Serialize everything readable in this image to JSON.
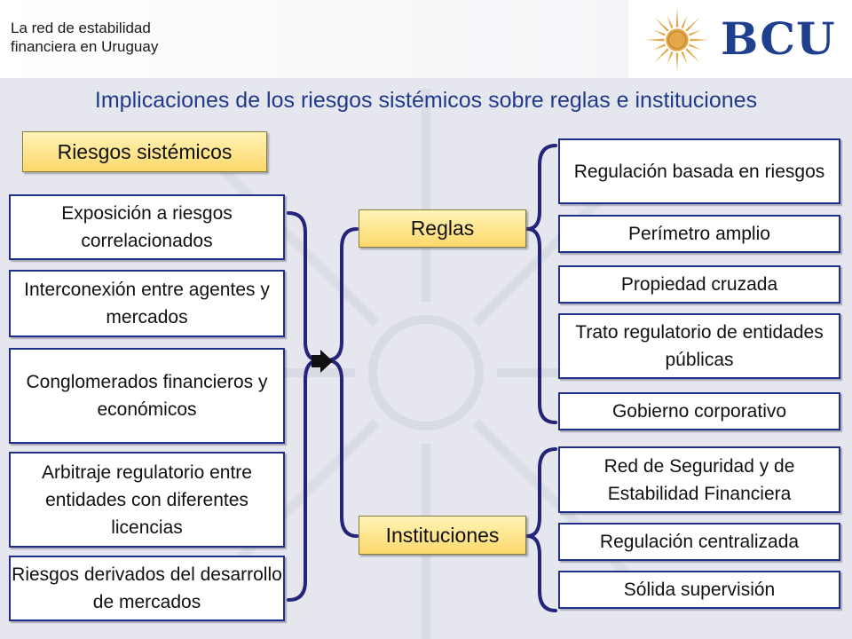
{
  "header": {
    "title": "La red de estabilidad\nfinanciera en Uruguay",
    "logo_text": "BCU",
    "logo_icon": "sun-icon"
  },
  "main_title": "Implicaciones de los riesgos sistémicos sobre reglas e instituciones",
  "left": {
    "heading": "Riesgos sistémicos",
    "items": [
      "Exposición a riesgos correlacionados",
      "Interconexión entre agentes y mercados",
      "Conglomerados financieros y económicos",
      "Arbitraje regulatorio entre entidades con diferentes licencias",
      "Riesgos derivados del desarrollo de  mercados"
    ]
  },
  "middle": {
    "arrow_icon": "arrow-right-icon",
    "reglas": "Reglas",
    "instituciones": "Instituciones"
  },
  "right": {
    "reglas_items": [
      "Regulación basada en riesgos",
      "Perímetro amplio",
      "Propiedad cruzada",
      "Trato regulatorio de entidades públicas",
      "Gobierno corporativo"
    ],
    "instituciones_items": [
      "Red de Seguridad y de Estabilidad Financiera",
      "Regulación centralizada",
      "Sólida supervisión"
    ]
  },
  "colors": {
    "border": "#1f2f8a",
    "title": "#1f3a8a",
    "highlight_top": "#fff4b8",
    "highlight_bottom": "#fcd86a",
    "logo_gold": "#e2a84a",
    "logo_blue": "#1f3f8f"
  }
}
